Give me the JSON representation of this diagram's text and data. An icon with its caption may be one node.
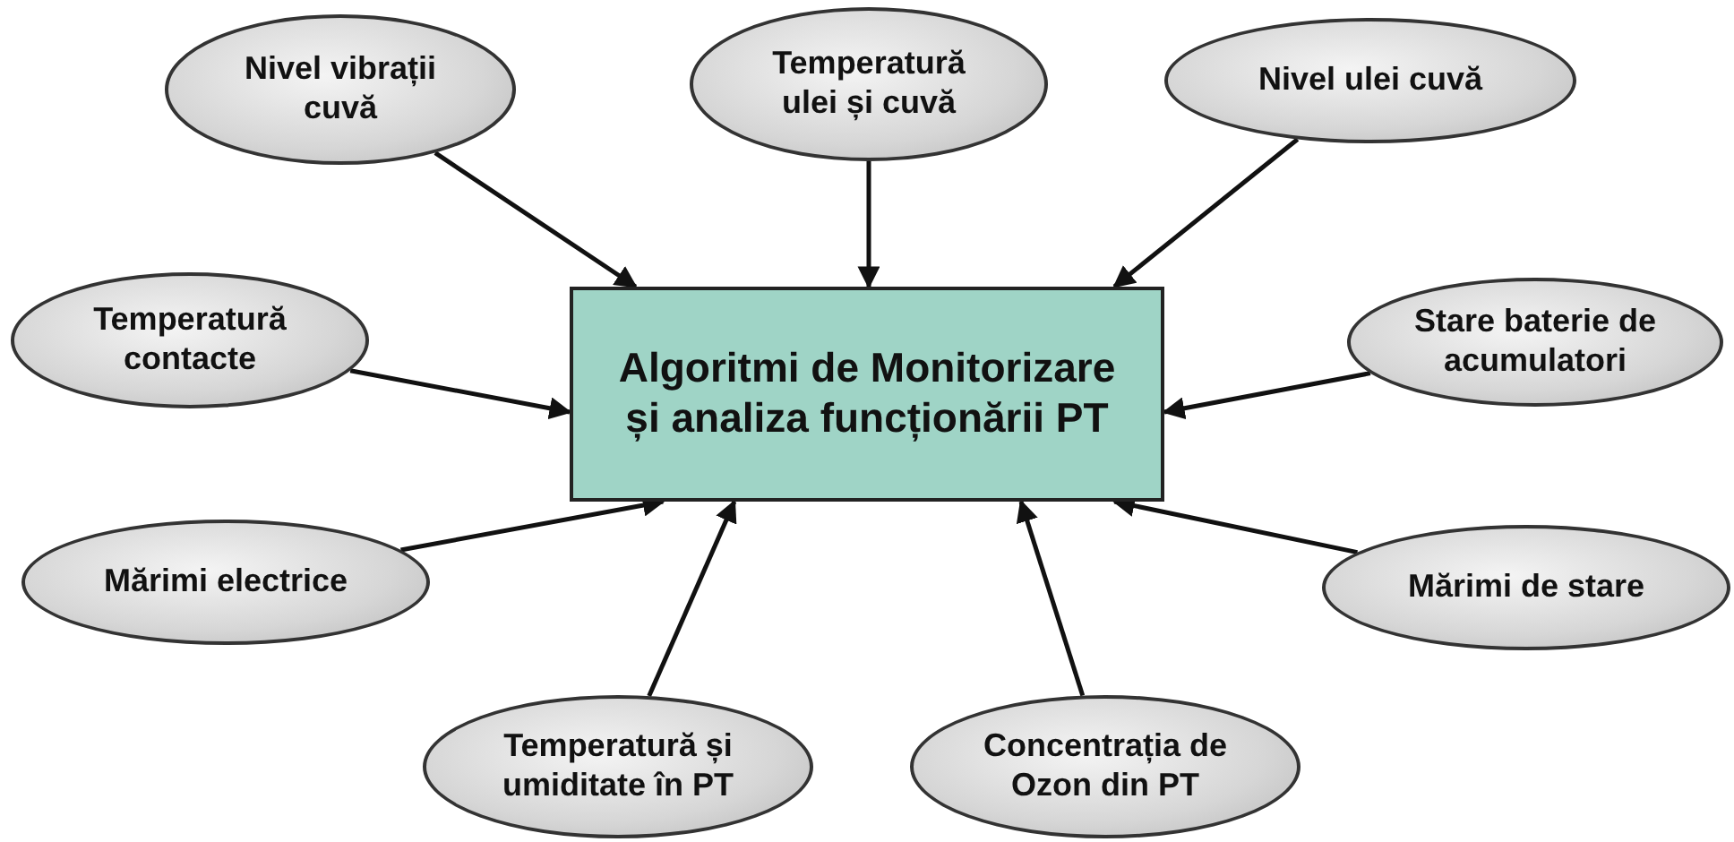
{
  "diagram": {
    "nodes": [
      {
        "text": [
          "Nivel vibrații cuvă"
        ]
      },
      {
        "text": [
          "Temperatură ulei și cuvă"
        ]
      },
      {
        "text": [
          "Nivel ulei cuvă"
        ]
      },
      {
        "text": [
          "Temperatură contacte"
        ]
      },
      {
        "text": [
          "Algoritmi de Monitorizare și analiza funcționării PT"
        ]
      },
      {
        "text": [
          "Stare baterie de acumulatori"
        ]
      },
      {
        "text": [
          "Mărimi electrice"
        ]
      },
      {
        "text": [
          "Mărimi de stare"
        ]
      },
      {
        "text": [
          "Temperatură și umiditate în PT"
        ]
      },
      {
        "text": [
          "Concentrația de Ozon din PT"
        ]
      }
    ],
    "edges": [
      {
        "from": 0,
        "to": 4,
        "arrow": "to"
      },
      {
        "from": 1,
        "to": 4,
        "arrow": "to"
      },
      {
        "from": 2,
        "to": 4,
        "arrow": "to"
      },
      {
        "from": 3,
        "to": 4,
        "arrow": "to"
      },
      {
        "from": 5,
        "to": 4,
        "arrow": "to"
      },
      {
        "from": 6,
        "to": 4,
        "arrow": "to"
      },
      {
        "from": 7,
        "to": 4,
        "arrow": "to"
      },
      {
        "from": 8,
        "to": 4,
        "arrow": "to"
      },
      {
        "from": 9,
        "to": 4,
        "arrow": "to"
      }
    ]
  }
}
